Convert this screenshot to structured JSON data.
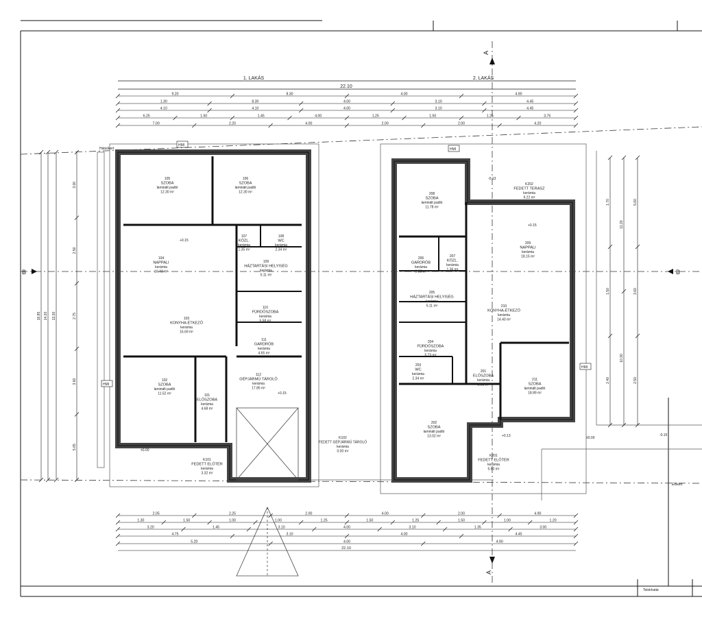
{
  "drawing": {
    "apartments": [
      "1. LAKÁS",
      "2. LAKÁS"
    ],
    "total_width": "22.10",
    "section_markers": [
      "A",
      "A",
      "B",
      "B"
    ],
    "boundary_labels": [
      "Hátsókert",
      "Előkert",
      "Telekhatár"
    ],
    "elevations": [
      "±0.00",
      "+0.15",
      "-0.13",
      "+0.13",
      "-0.15"
    ]
  },
  "rooms_unit1": [
    {
      "no": "105",
      "name": "SZOBA",
      "floor": "laminált padló",
      "area": "12.30 m²"
    },
    {
      "no": "106",
      "name": "SZOBA",
      "floor": "laminált padló",
      "area": "12.30 m²"
    },
    {
      "no": "107",
      "name": "KÖZL.",
      "floor": "kerámia",
      "area": "1.35 m²"
    },
    {
      "no": "108",
      "name": "WC",
      "floor": "kerámia",
      "area": "2.34 m²"
    },
    {
      "no": "109",
      "name": "HÁZTARTÁSI HELYISÉG",
      "floor": "kerámia",
      "area": "5.11 m²"
    },
    {
      "no": "104",
      "name": "NAPPALI",
      "floor": "kerámia",
      "area": "16.43 m²"
    },
    {
      "no": "110",
      "name": "FÜRDŐSZOBA",
      "floor": "kerámia",
      "area": "5.58 m²"
    },
    {
      "no": "103",
      "name": "KONYHA-ÉTKEZŐ",
      "floor": "kerámia",
      "area": "16.69 m²"
    },
    {
      "no": "111",
      "name": "GARDRÓB",
      "floor": "kerámia",
      "area": "4.65 m²"
    },
    {
      "no": "102",
      "name": "SZOBA",
      "floor": "laminált padló",
      "area": "11.52 m²"
    },
    {
      "no": "112",
      "name": "GÉPJÁRMŰ TÁROLÓ",
      "floor": "kerámia",
      "area": "17.85 m²"
    },
    {
      "no": "101",
      "name": "ELŐSZOBA",
      "floor": "kerámia",
      "area": "4.68 m²"
    },
    {
      "no": "K101",
      "name": "FEDETT ELŐTÉR",
      "floor": "kerámia",
      "area": "3.32 m²"
    }
  ],
  "rooms_unit2": [
    {
      "no": "208",
      "name": "SZOBA",
      "floor": "laminált padló",
      "area": "11.78 m²"
    },
    {
      "no": "K202",
      "name": "FEDETT TERASZ",
      "floor": "kerámia",
      "area": "9.22 m²"
    },
    {
      "no": "206",
      "name": "GARDRÓB",
      "floor": "kerámia",
      "area": "3.88 m²"
    },
    {
      "no": "207",
      "name": "KÖZL.",
      "floor": "kerámia",
      "area": "1.36 m²"
    },
    {
      "no": "209",
      "name": "NAPPALI",
      "floor": "kerámia",
      "area": "18.15 m²"
    },
    {
      "no": "205",
      "name": "HÁZTARTÁSI HELYISÉG",
      "floor": "kerámia",
      "area": "5.11 m²"
    },
    {
      "no": "210",
      "name": "KONYHA-ÉTKEZŐ",
      "floor": "kerámia",
      "area": "14.40 m²"
    },
    {
      "no": "204",
      "name": "FÜRDŐSZOBA",
      "floor": "kerámia",
      "area": "5.73 m²"
    },
    {
      "no": "203",
      "name": "WC",
      "floor": "kerámia",
      "area": "2.34 m²"
    },
    {
      "no": "201",
      "name": "ELŐSZOBA",
      "floor": "kerámia",
      "area": "5.98 m²"
    },
    {
      "no": "211",
      "name": "SZOBA",
      "floor": "laminált padló",
      "area": "18.89 m²"
    },
    {
      "no": "202",
      "name": "SZOBA",
      "floor": "laminált padló",
      "area": "13.02 m²"
    },
    {
      "no": "K201",
      "name": "FEDETT ELŐTÉR",
      "floor": "kerámia",
      "area": "5.60 m²"
    }
  ],
  "carport": {
    "no": "K102",
    "name": "FEDETT GÉPJÁRMŰ TÁROLÓ",
    "floor": "kerámia",
    "area": "0.00 m²"
  },
  "dims_top": {
    "row1": [
      "9.20",
      "8.30",
      "4.00",
      "4.90"
    ],
    "row2": [
      "1.30",
      "8.30",
      "4.00",
      "3.10",
      "4.45"
    ],
    "row3": [
      "4.10",
      "4.10",
      "4.00",
      "3.10",
      "4.45"
    ],
    "row4": [
      "6.25",
      "1.50",
      "1.45",
      "4.00",
      "1.25",
      "1.50",
      "1.25",
      "3.75"
    ],
    "row5": [
      "7.00",
      "2.20",
      "4.00",
      "2.00",
      "2.00",
      "4.20"
    ]
  },
  "dims_bottom": {
    "row1": [
      "2.05",
      "2.25",
      "2.00",
      "4.00",
      "2.00",
      "4.90"
    ],
    "row2": [
      "1.30",
      "1.50",
      "1.00",
      "1.00",
      "1.25",
      "1.50",
      "1.25",
      "1.50",
      "1.00",
      "1.20"
    ],
    "row3": [
      "3.20",
      "1.45",
      "3.10",
      "4.00",
      "3.10",
      "1.35",
      "3.00"
    ],
    "row4": [
      "4.75",
      "3.10",
      "4.00",
      "4.45"
    ],
    "row5": [
      "5.20",
      "4.00",
      "4.90"
    ],
    "total": "22.10"
  },
  "dims_side_left": [
    "14.20",
    "13.30",
    "16.85",
    "3.00",
    "2.50",
    "2.75",
    "3.60",
    "5.65"
  ],
  "dims_side_right": [
    "1.70",
    "1.50",
    "2.40",
    "11.20",
    "10.30",
    "5.60",
    "3.60",
    "2.50"
  ],
  "hmi_tags": [
    "HMI"
  ]
}
